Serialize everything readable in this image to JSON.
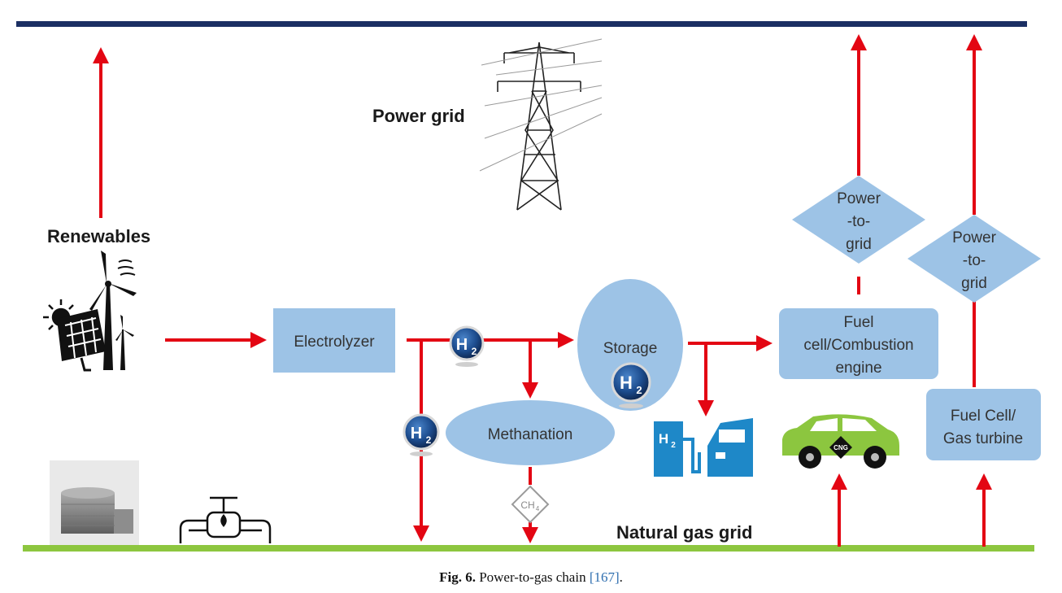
{
  "labels": {
    "power_grid": "Power grid",
    "renewables": "Renewables",
    "natural_gas_grid": "Natural gas grid"
  },
  "boxes": {
    "electrolyzer": "Electrolyzer",
    "storage": "Storage",
    "methanation": "Methanation",
    "fuel_cell_combustion": [
      "Fuel",
      "cell/Combustion",
      "engine"
    ],
    "fuel_cell_gas_turbine": [
      "Fuel Cell/",
      "Gas turbine"
    ],
    "power_to_grid_1": [
      "Power",
      "-to-",
      "grid"
    ],
    "power_to_grid_2": [
      "Power",
      "-to-",
      "grid"
    ]
  },
  "badges": {
    "h2": "H",
    "h2_sub": "2",
    "ch4": "CH",
    "ch4_sub": "4",
    "cng": "CNG"
  },
  "caption": {
    "prefix": "Fig. 6.",
    "text": " Power-to-gas chain ",
    "ref": "[167]",
    "suffix": "."
  },
  "colors": {
    "power_grid_line": "#1b2f63",
    "gas_grid_line": "#8dc63f",
    "arrow": "#e30613",
    "box_fill": "#9dc3e6",
    "h2_station": "#1e88c8",
    "car_body": "#8cc63f"
  }
}
